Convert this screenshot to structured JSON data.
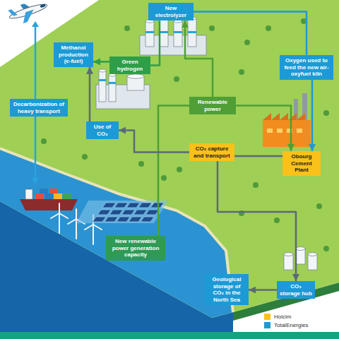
{
  "diagram": {
    "nodes": [
      {
        "text": [
          "New electrolyzer"
        ]
      },
      {
        "text": [
          "Methanol production (e-fuel)"
        ]
      },
      {
        "text": [
          "Green hydrogen"
        ]
      },
      {
        "text": [
          "Oxygen used to feed the new air-oxyfuel kiln"
        ]
      },
      {
        "text": [
          "Decarbonization of heavy transport"
        ]
      },
      {
        "text": [
          "Use of CO₂"
        ]
      },
      {
        "text": [
          "Renewable power"
        ]
      },
      {
        "text": [
          "CO₂ capture and transport"
        ]
      },
      {
        "text": [
          "Obourg Cement Plant"
        ]
      },
      {
        "text": [
          "New renewable power generation capacity"
        ]
      },
      {
        "text": [
          "Geological storage of CO₂ in the North Sea"
        ]
      },
      {
        "text": [
          "CO₂ storage hub"
        ]
      }
    ],
    "edges": [
      {
        "from": 0,
        "to": 2,
        "arrow": "none"
      },
      {
        "from": 2,
        "to": 1,
        "arrow": "to"
      },
      {
        "from": 0,
        "to": 3,
        "arrow": "none"
      },
      {
        "from": 3,
        "to": 8,
        "arrow": "to"
      },
      {
        "from": 9,
        "to": 6,
        "arrow": "none"
      },
      {
        "from": 6,
        "to": 0,
        "arrow": "to"
      },
      {
        "from": 6,
        "to": 8,
        "arrow": "to"
      },
      {
        "from": 8,
        "to": 7,
        "arrow": "none"
      },
      {
        "from": 7,
        "to": 5,
        "arrow": "to"
      },
      {
        "from": 7,
        "to": 11,
        "arrow": "to"
      },
      {
        "from": 5,
        "to": 1,
        "arrow": "to"
      },
      {
        "from": 11,
        "to": 10,
        "arrow": "to"
      }
    ],
    "legend": [
      {
        "text": "Holcim",
        "color": "#f9c11a"
      },
      {
        "text": "TotalEnergies",
        "color": "#1c9ad6"
      }
    ]
  }
}
